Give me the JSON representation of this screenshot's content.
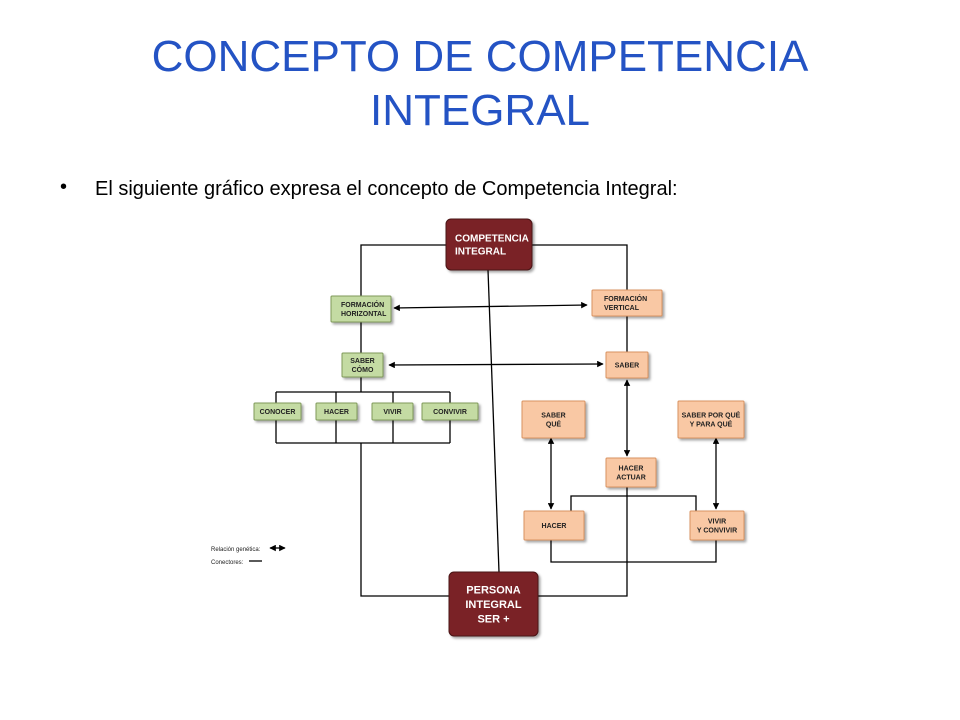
{
  "title": {
    "line1": "CONCEPTO DE COMPETENCIA",
    "line2": "INTEGRAL"
  },
  "bullet": {
    "icon": "bullet-dot",
    "text": "El siguiente gráfico expresa el concepto de Competencia Integral:"
  },
  "diagram": {
    "colors": {
      "dark": "#7a2226",
      "green": "#c4dba3",
      "orange": "#f9c8a4",
      "line": "#000000"
    },
    "boxes": {
      "competencia": [
        "COMPETENCIA",
        "INTEGRAL"
      ],
      "persona": [
        "PERSONA",
        "INTEGRAL",
        "SER +"
      ],
      "form_h": [
        "FORMACIÓN",
        "HORIZONTAL"
      ],
      "form_v": [
        "FORMACIÓN",
        "VERTICAL"
      ],
      "saber_como": [
        "SABER",
        "CÓMO"
      ],
      "saber": [
        "SABER"
      ],
      "conocer": [
        "CONOCER"
      ],
      "hacer_l": [
        "HACER"
      ],
      "vivir": [
        "VIVIR"
      ],
      "convivir": [
        "CONVIVIR"
      ],
      "saber_que": [
        "SABER",
        "QUÉ"
      ],
      "saber_porque": [
        "SABER POR QUÉ",
        "Y PARA QUÉ"
      ],
      "hacer_actuar": [
        "HACER",
        "ACTUAR"
      ],
      "hacer_r": [
        "HACER"
      ],
      "vivir_convivir": [
        "VIVIR",
        "Y CONVIVIR"
      ]
    },
    "legend": {
      "relation": "Relación genética:",
      "connectors": "Conectores:"
    }
  }
}
